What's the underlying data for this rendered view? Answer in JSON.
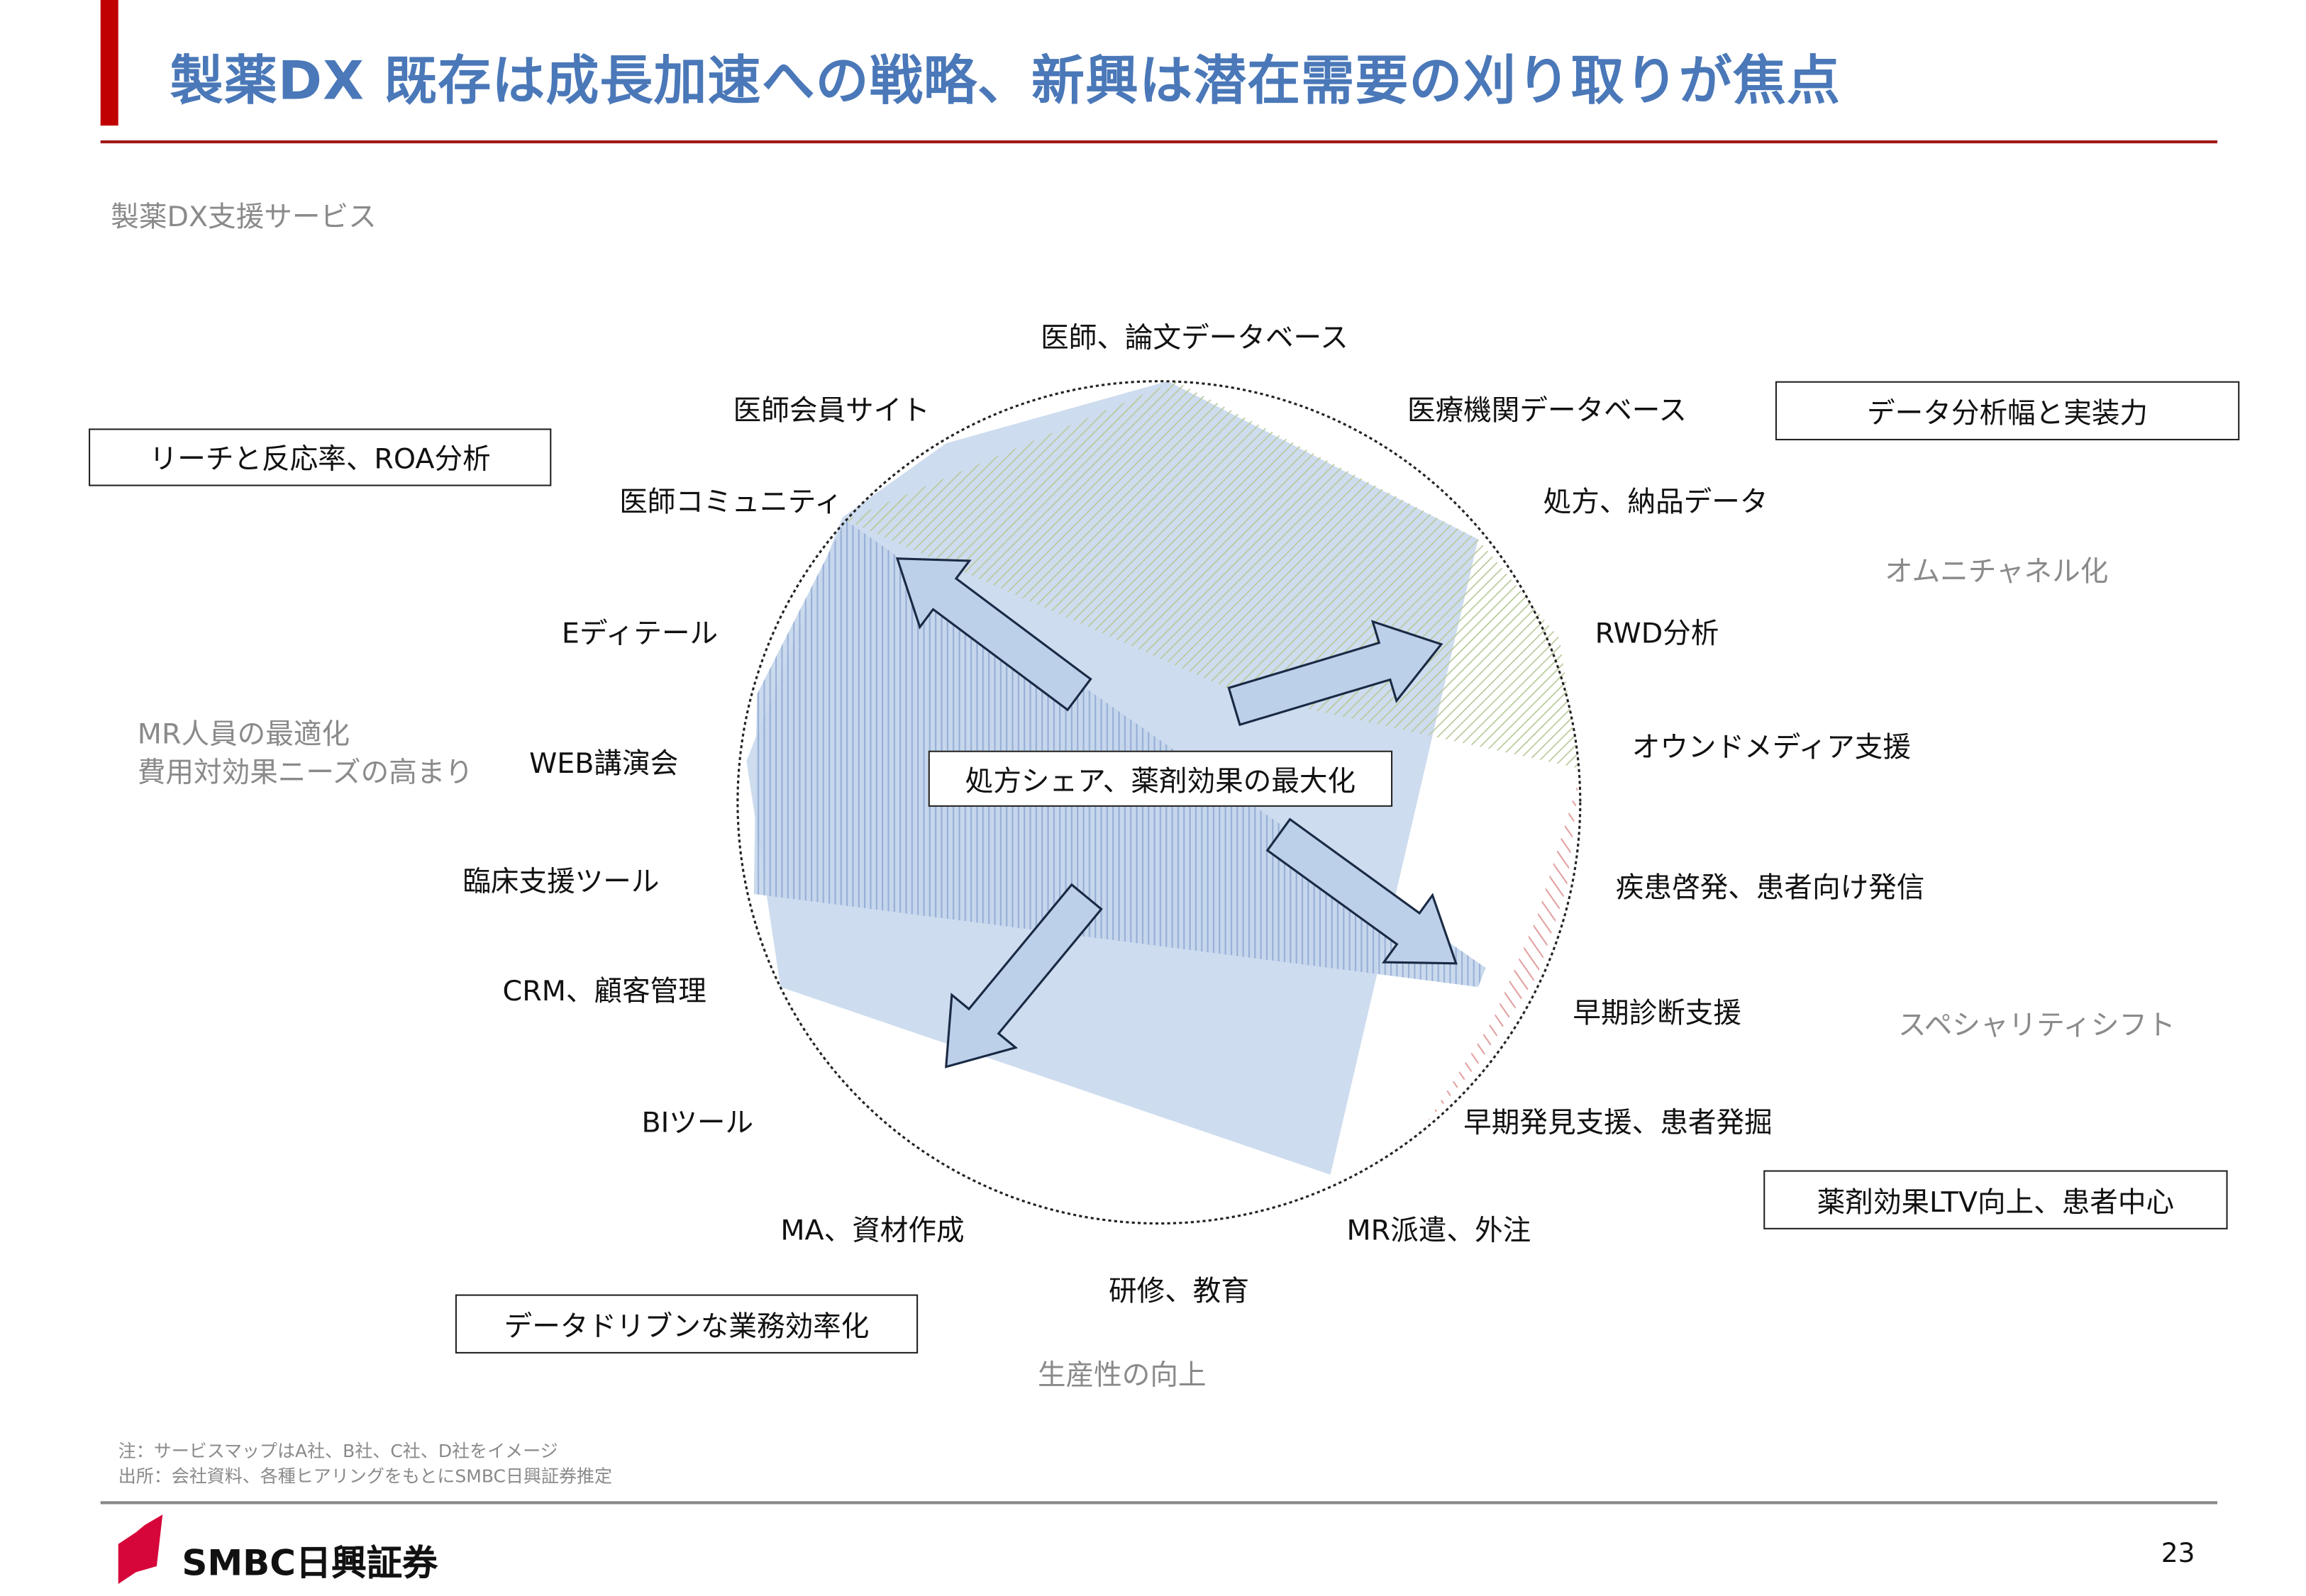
{
  "header": {
    "title": "製薬DX 既存は成長加速への戦略、新興は潜在需要の刈り取りが焦点",
    "subtitle": "製薬DX支援サービス"
  },
  "diagram": {
    "center_label": "処方シェア、薬剤効果の最大化",
    "services": [
      "医師、論文データベース",
      "医師会員サイト",
      "医療機関データベース",
      "医師コミュニティ",
      "処方、納品データ",
      "Eディテール",
      "RWD分析",
      "WEB講演会",
      "オウンドメディア支援",
      "臨床支援ツール",
      "疾患啓発、患者向け発信",
      "CRM、顧客管理",
      "早期診断支援",
      "BIツール",
      "早期発見支援、患者発掘",
      "MA、資材作成",
      "MR派遣、外注",
      "研修、教育"
    ],
    "boxes": [
      "リーチと反応率、ROA分析",
      "データ分析幅と実装力",
      "薬剤効果LTV向上、患者中心",
      "データドリブンな業務効率化"
    ],
    "themes": {
      "omni": "オムニチャネル化",
      "mr_line1": "MR人員の最適化",
      "mr_line2": "費用対効果ニーズの高まり",
      "specialty": "スペシャリティシフト",
      "productivity": "生産性の向上"
    },
    "colors": {
      "blue_fill": "#c5d6ec",
      "green_hatch": "#b9c99a",
      "red_hatch": "#e3a0a0",
      "arrow_fill": "#bcd0ea",
      "title": "#4a78b8",
      "accent_red": "#c00000"
    }
  },
  "footer": {
    "note": "注：サービスマップはA社、B社、C社、D社をイメージ",
    "source": "出所：会社資料、各種ヒアリングをもとにSMBC日興証券推定",
    "logo_text": "SMBC日興証券",
    "page_number": "23"
  }
}
